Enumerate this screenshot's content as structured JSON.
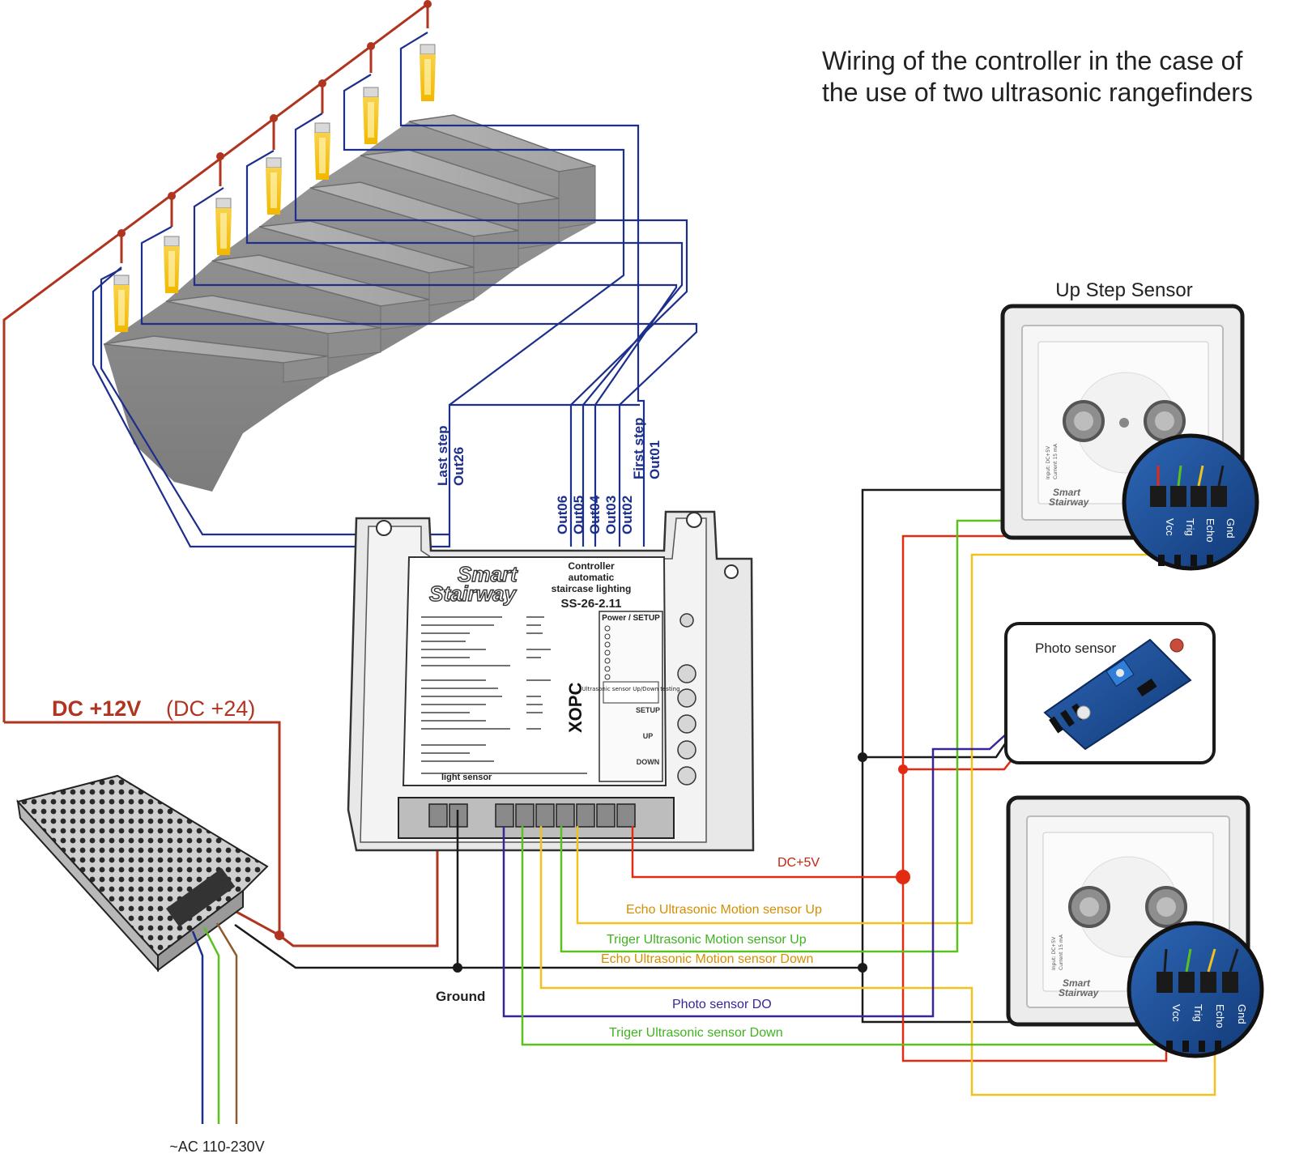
{
  "title_line1": "Wiring of the controller in the case of",
  "title_line2": "the use of two ultrasonic rangefinders",
  "up_sensor_label": "Up Step Sensor",
  "photo_sensor_label": "Photo sensor",
  "dc_label_main": "DC +12V",
  "dc_label_alt": "(DC +24)",
  "ac_label": "~AC 110-230V",
  "ground_label": "Ground",
  "dc5v_label": "DC+5V",
  "wire_labels": {
    "echo_up": "Echo Ultrasonic Motion sensor Up",
    "trig_up": "Triger Ultrasonic Motion sensor Up",
    "echo_down": "Echo Ultrasonic Motion sensor Down",
    "photo_do": "Photo sensor DO",
    "trig_down": "Triger Ultrasonic sensor Down"
  },
  "outputs": {
    "last_step": "Last step",
    "out26": "Out26",
    "first_step": "First step",
    "out01": "Out01",
    "list": [
      "Out06",
      "Out05",
      "Out04",
      "Out03",
      "Out02"
    ]
  },
  "controller": {
    "brand_line1": "Smart",
    "brand_line2": "Stairway",
    "desc_line1": "Controller",
    "desc_line2": "automatic",
    "desc_line3": "staircase lighting",
    "model": "SS-26-2.11",
    "panel_title": "Power / SETUP",
    "xopc": "XOPC",
    "light_sensor": "light sensor",
    "ultrasonic_box": "Ultrasonic sensor Up/Down testing",
    "setup_btn": "SETUP",
    "up_btn": "UP",
    "down_btn": "DOWN"
  },
  "sensor_board": {
    "brand_line1": "Smart",
    "brand_line2": "Stairway",
    "pins": [
      "Vcc",
      "Trig",
      "Echo",
      "Gnd"
    ],
    "input": "Input: DC+5V",
    "current": "Current 15 mA"
  },
  "colors": {
    "dc_red": "#b0341f",
    "blue": "#1d2f8c",
    "black": "#1a1a1a",
    "red5v": "#e32a12",
    "yellow": "#f2c11c",
    "green": "#5bc21d",
    "purple": "#3a2596",
    "orange_text": "#d68d00",
    "green_text": "#3fb321",
    "brown": "#8c5a2b"
  }
}
